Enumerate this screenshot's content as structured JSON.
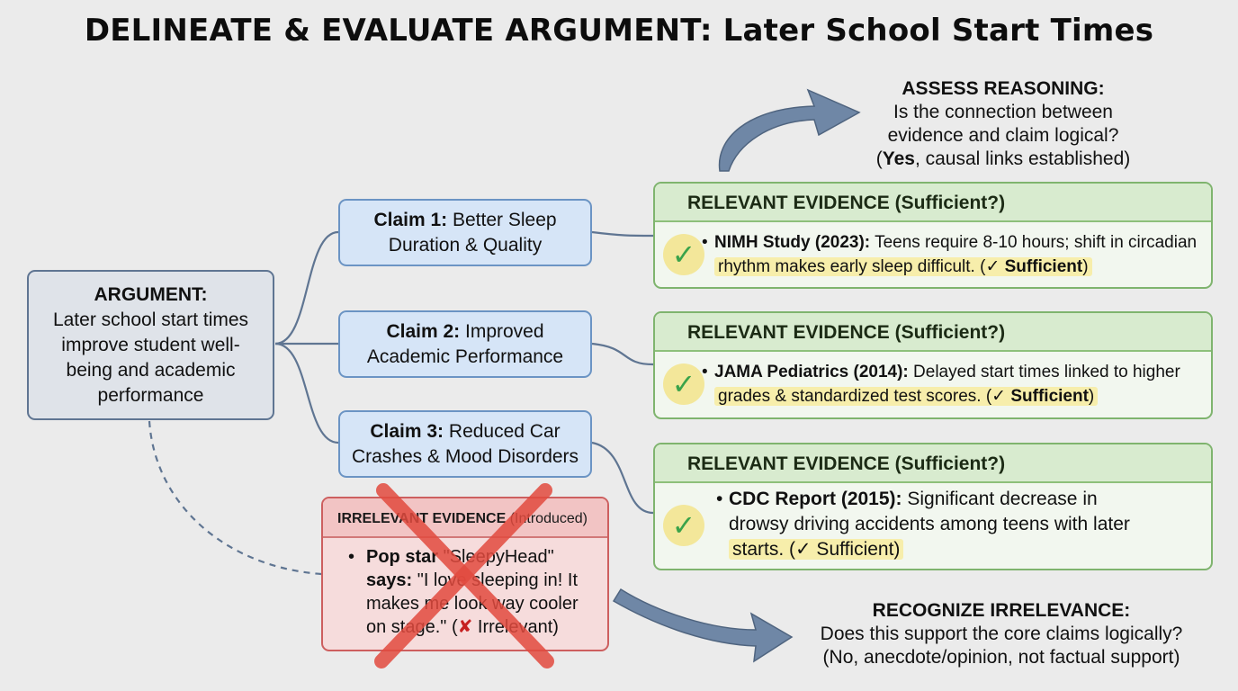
{
  "title": "DELINEATE & EVALUATE ARGUMENT: Later School Start Times",
  "argument": {
    "label": "ARGUMENT:",
    "text_lines": [
      "Later school start times",
      "improve student well-",
      "being and academic",
      "performance"
    ]
  },
  "claims": [
    {
      "label": "Claim 1:",
      "line1_rest": " Better Sleep",
      "line2": "Duration & Quality"
    },
    {
      "label": "Claim 2:",
      "line1_rest": " Improved",
      "line2": "Academic Performance"
    },
    {
      "label": "Claim 3:",
      "line1_rest": " Reduced Car",
      "line2": "Crashes & Mood Disorders"
    }
  ],
  "evidence": [
    {
      "header": "RELEVANT EVIDENCE (Sufficient?)",
      "source": "NIMH Study (2023):",
      "line1_rest": " Teens require 8-10 hours; shift in circadian",
      "line2": "rhythm makes early sleep difficult. (",
      "mark": "✓ Sufficient",
      "close": ")",
      "check": "✓"
    },
    {
      "header": "RELEVANT EVIDENCE (Sufficient?)",
      "source": "JAMA Pediatrics (2014):",
      "line1_rest": " Delayed start times linked to higher",
      "line2": "grades & standardized test scores. (",
      "mark": "✓ Sufficient",
      "close": ")",
      "check": "✓"
    },
    {
      "header": "RELEVANT EVIDENCE (Sufficient?)",
      "source": "CDC Report (2015):",
      "line1_rest": " Significant decrease in",
      "line2": "drowsy driving accidents among teens with later",
      "line3": "starts. (✓ Sufficient)",
      "check": "✓"
    }
  ],
  "irrelevant": {
    "header_bold": "IRRELEVANT EVIDENCE",
    "header_rest": " (Introduced)",
    "line1_bold": "Pop star",
    "line1_rest": " \"SleepyHead\"",
    "line2_bold": "says:",
    "line2_rest": " \"I love sleeping in! It",
    "line3": "makes me look way cooler",
    "line4_pre": "on stage.\" (",
    "mark": "✘",
    "line4_post": " Irrelevant)"
  },
  "assess": {
    "label": "ASSESS REASONING:",
    "line1": "Is the connection between",
    "line2": "evidence and claim logical?",
    "line3_pre": "(",
    "line3_bold": "Yes",
    "line3_rest": ", causal links established)"
  },
  "recognize": {
    "label": "RECOGNIZE IRRELEVANCE:",
    "line1": "Does this support the core claims logically?",
    "line2": "(No, anecdote/opinion, not factual support)"
  },
  "colors": {
    "argument_border": "#5f7592",
    "claim_fill": "#d6e5f7",
    "evidence_border": "#7fb46e",
    "irrelevant_border": "#cd5f5f",
    "strike": "#e24a3e",
    "arrow": "#6f87a6"
  }
}
